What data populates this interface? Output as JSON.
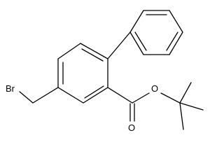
{
  "molecule": {
    "atoms": {
      "bromine": "Br",
      "ester_oxygen": "O",
      "carbonyl_oxygen": "O"
    }
  }
}
